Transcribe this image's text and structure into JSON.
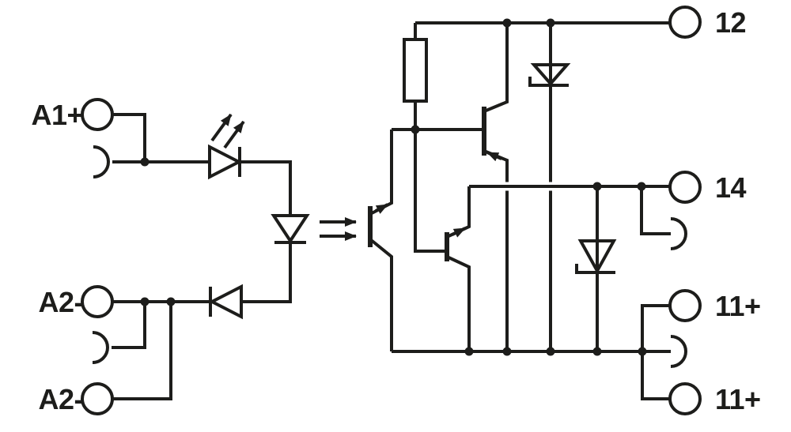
{
  "diagram": {
    "description": "Relay/optocoupler module wiring schematic: LED input stage galvanically coupled to a transistor output stage",
    "line_color": "#1d1d1b",
    "background_color": "#ffffff"
  },
  "terminals": {
    "left": [
      {
        "id": "A1+",
        "label": "A1+",
        "has_socket": true
      },
      {
        "id": "A2-upper",
        "label": "A2-",
        "has_socket": true
      },
      {
        "id": "A2-lower",
        "label": "A2-",
        "has_socket": false
      }
    ],
    "right": [
      {
        "id": "12",
        "label": "12",
        "has_socket": false
      },
      {
        "id": "14",
        "label": "14",
        "has_socket": true
      },
      {
        "id": "11+upper",
        "label": "11+",
        "has_socket": true
      },
      {
        "id": "11+lower",
        "label": "11+",
        "has_socket": false
      }
    ]
  },
  "components": [
    "indicator-led",
    "optocoupler-led",
    "reverse-protection-diode",
    "photo-transistor",
    "driver-transistor",
    "output-transistor",
    "series-resistor",
    "zener-diode-12-rail",
    "zener-diode-14-rail",
    "plug-in-socket-contacts"
  ]
}
